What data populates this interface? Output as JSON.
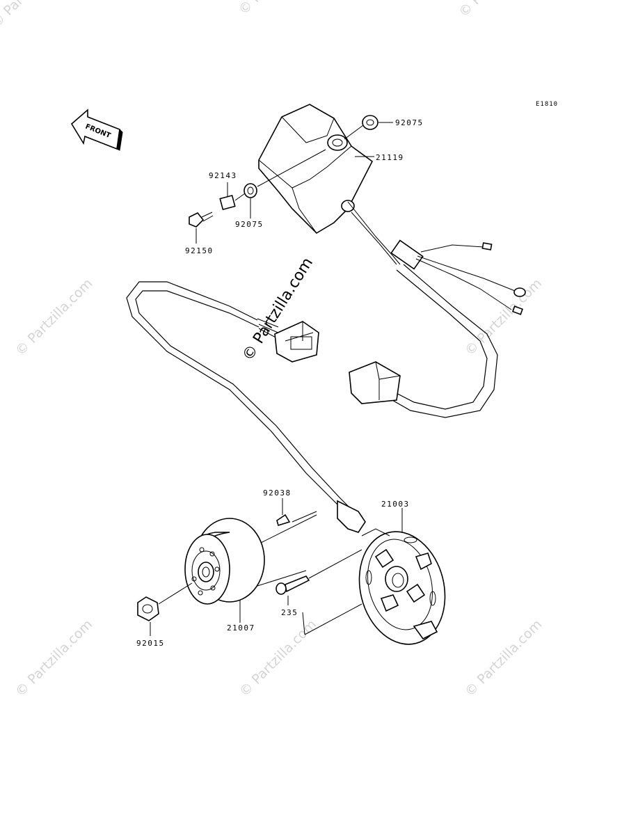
{
  "figure_code": "E1810",
  "front_label": "FRONT",
  "watermark": "© Partzilla.com",
  "callouts": {
    "grommet_top": "92075",
    "cdi_unit": "21119",
    "collar": "92143",
    "grommet_bottom": "92075",
    "bolt": "92150",
    "key": "92038",
    "stator": "21003",
    "rotor": "21007",
    "screw": "235",
    "nut": "92015"
  }
}
